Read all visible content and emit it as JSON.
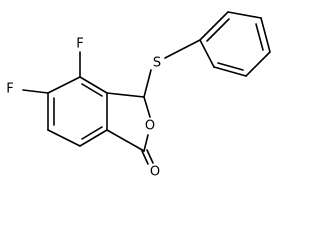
{
  "molecule": {
    "atoms": {
      "F_top": "F",
      "F_left": "F",
      "S": "S",
      "O_ring": "O",
      "O_carbonyl": "O"
    }
  },
  "colors": {
    "bond": "#000000",
    "label": "#000000",
    "background": "#ffffff"
  }
}
